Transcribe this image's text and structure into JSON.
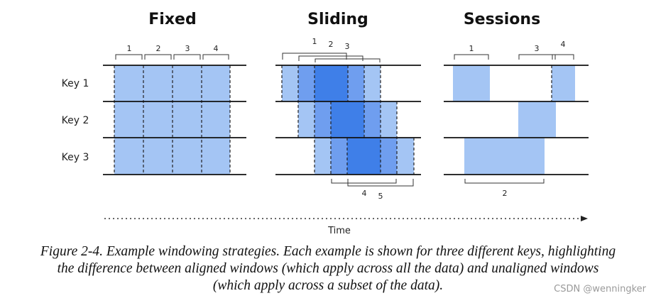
{
  "panels": [
    {
      "title": "Fixed"
    },
    {
      "title": "Sliding"
    },
    {
      "title": "Sessions"
    }
  ],
  "keys": [
    "Key 1",
    "Key 2",
    "Key 3"
  ],
  "fixed_window_labels": [
    "1",
    "2",
    "3",
    "4"
  ],
  "sliding_top_labels": [
    "1",
    "2",
    "3"
  ],
  "sliding_bottom_labels": [
    "4",
    "5"
  ],
  "session_top_labels": [
    "1",
    "3",
    "4"
  ],
  "session_bottom_labels": [
    "2"
  ],
  "axis": {
    "label": "Time"
  },
  "caption": {
    "line1": "Figure 2-4. Example windowing strategies. Each example is shown for three different keys, highlighting",
    "line2": "the difference between aligned windows (which apply across all the data) and unaligned windows",
    "line3": "(which apply across a subset of the data)."
  },
  "watermark": "CSDN @wenningker",
  "colors": {
    "light": "#a4c5f4",
    "mid": "#6f9eef",
    "dark": "#3f7fe8",
    "line": "#111111"
  }
}
